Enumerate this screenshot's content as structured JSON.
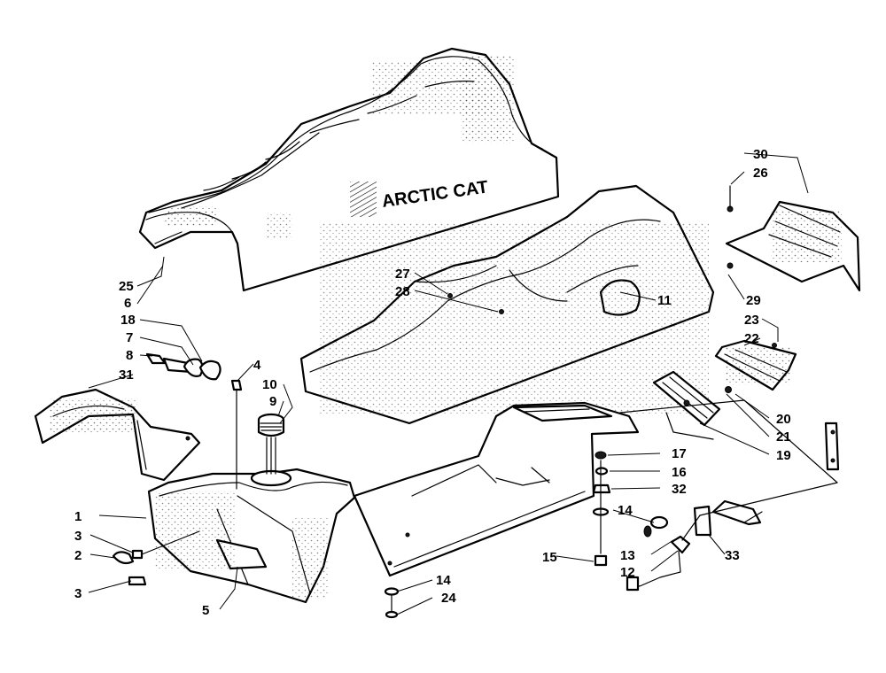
{
  "seat_logo_text": "ARCTIC CAT",
  "colors": {
    "line": "#000000",
    "background": "#ffffff"
  },
  "callouts": [
    "1",
    "2",
    "3",
    "3",
    "4",
    "5",
    "6",
    "7",
    "8",
    "9",
    "10",
    "11",
    "12",
    "13",
    "14",
    "14",
    "15",
    "16",
    "17",
    "18",
    "19",
    "20",
    "21",
    "22",
    "23",
    "24",
    "25",
    "26",
    "27",
    "28",
    "29",
    "30",
    "31",
    "32",
    "33"
  ]
}
